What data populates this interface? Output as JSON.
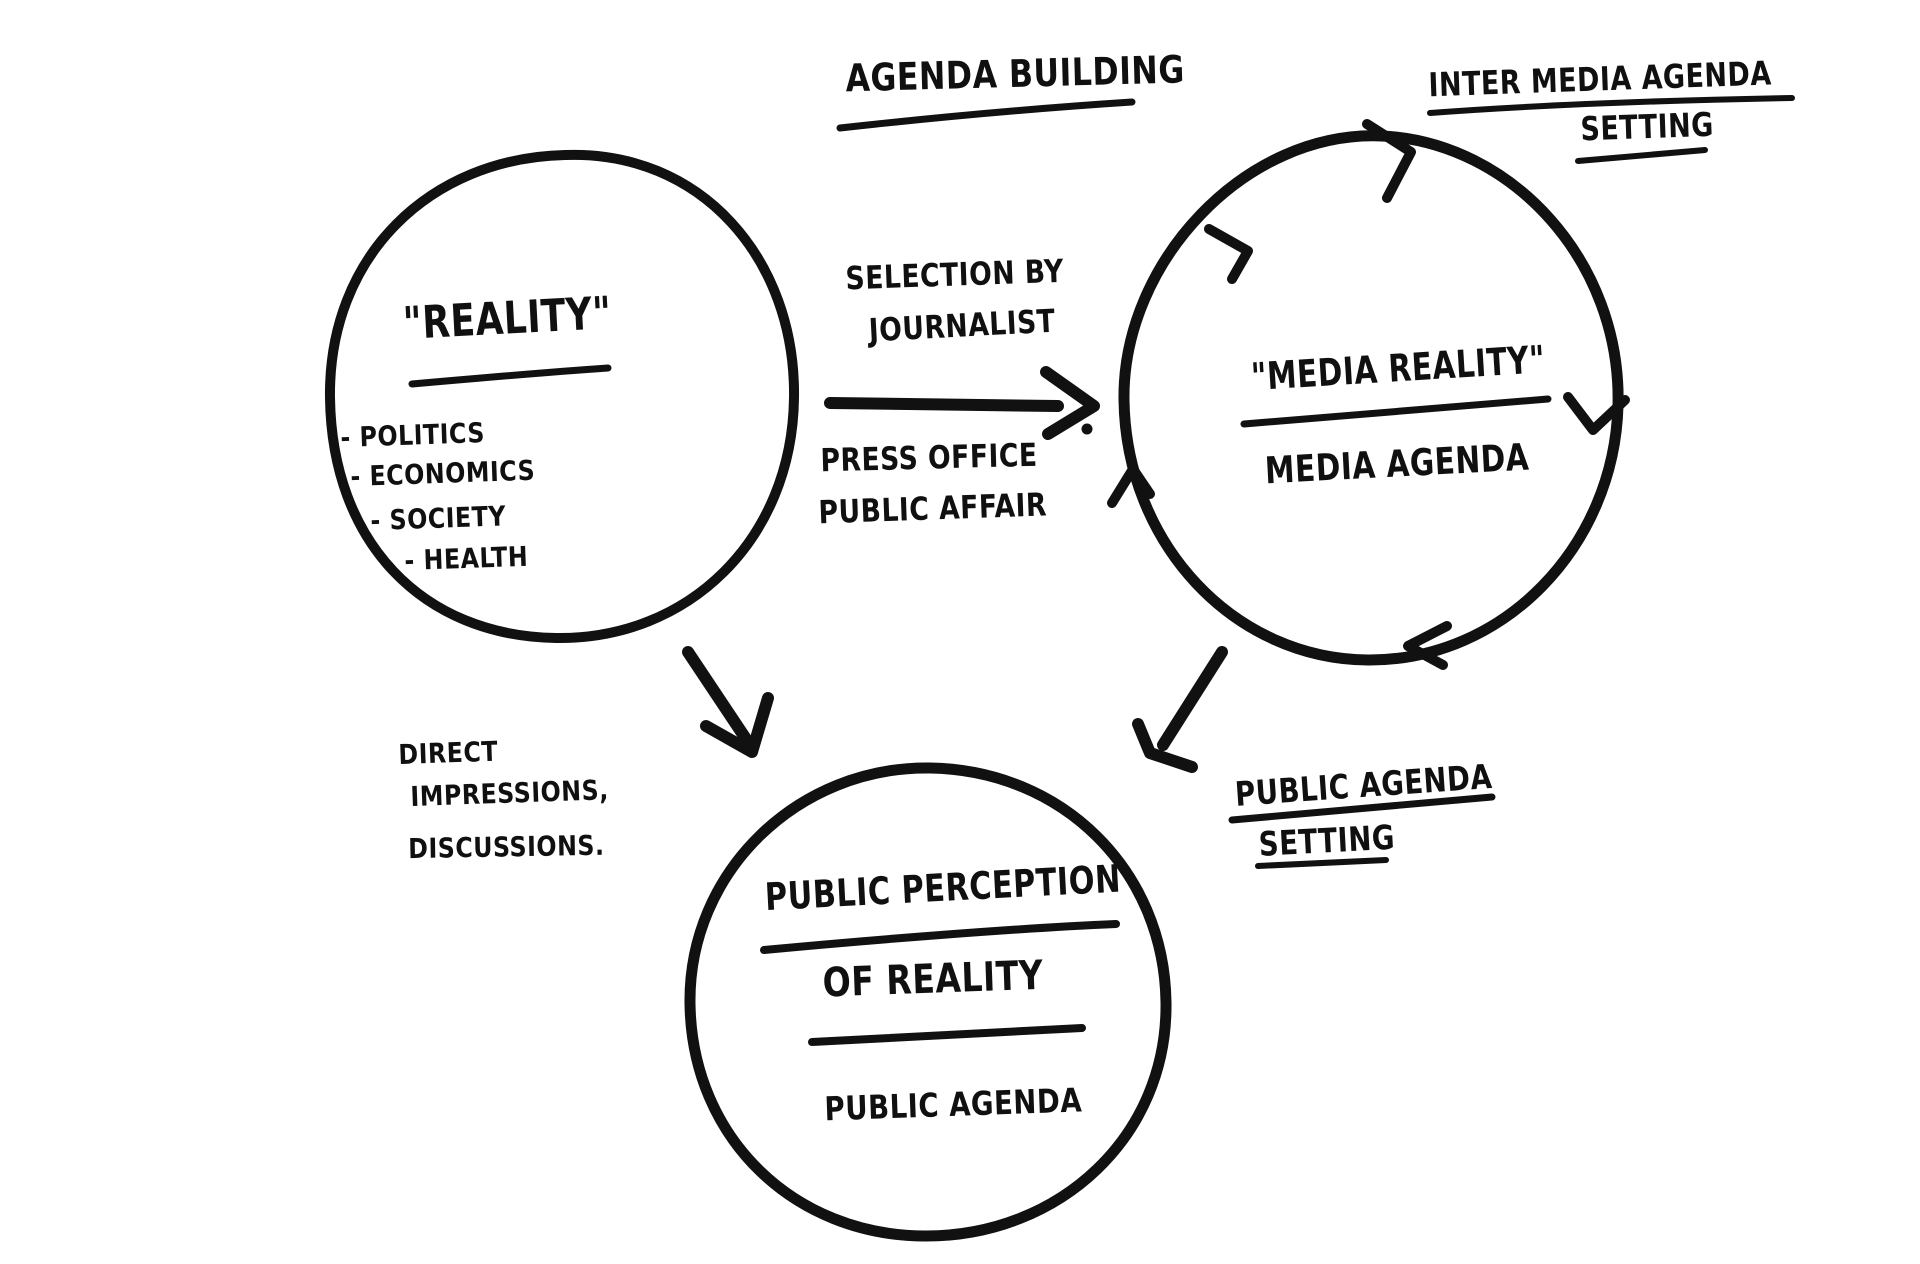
{
  "colors": {
    "ink": "#111111",
    "background": "#ffffff"
  },
  "title": "AGENDA BUILDING",
  "annotations": {
    "inter_media": {
      "line1": "INTER MEDIA AGENDA",
      "line2": "SETTING"
    },
    "selection": {
      "line1": "SELECTION BY",
      "line2": "JOURNALIST"
    },
    "press": {
      "line1": "PRESS OFFICE",
      "line2": "PUBLIC AFFAIR"
    },
    "direct": {
      "line1": "DIRECT",
      "line2": "IMPRESSIONS,",
      "line3": "DISCUSSIONS."
    },
    "public_agenda_setting": {
      "line1": "PUBLIC AGENDA",
      "line2": "SETTING"
    }
  },
  "nodes": {
    "reality": {
      "title": "\"REALITY\"",
      "items": [
        "- POLITICS",
        "- ECONOMICS",
        "- SOCIETY",
        "- HEALTH"
      ]
    },
    "media_reality": {
      "title": "\"MEDIA REALITY\"",
      "subtitle": "MEDIA AGENDA"
    },
    "public_perception": {
      "line1": "PUBLIC PERCEPTION",
      "line2": "OF REALITY",
      "subtitle": "PUBLIC AGENDA"
    }
  },
  "edges": [
    {
      "from": "reality",
      "to": "media_reality",
      "type": "straight-arrow"
    },
    {
      "from": "reality",
      "to": "public_perception",
      "type": "straight-arrow"
    },
    {
      "from": "media_reality",
      "to": "public_agenda_setting",
      "type": "straight-arrow"
    },
    {
      "from": "media_reality",
      "to": "media_reality",
      "type": "circular-flow-arrows"
    }
  ]
}
